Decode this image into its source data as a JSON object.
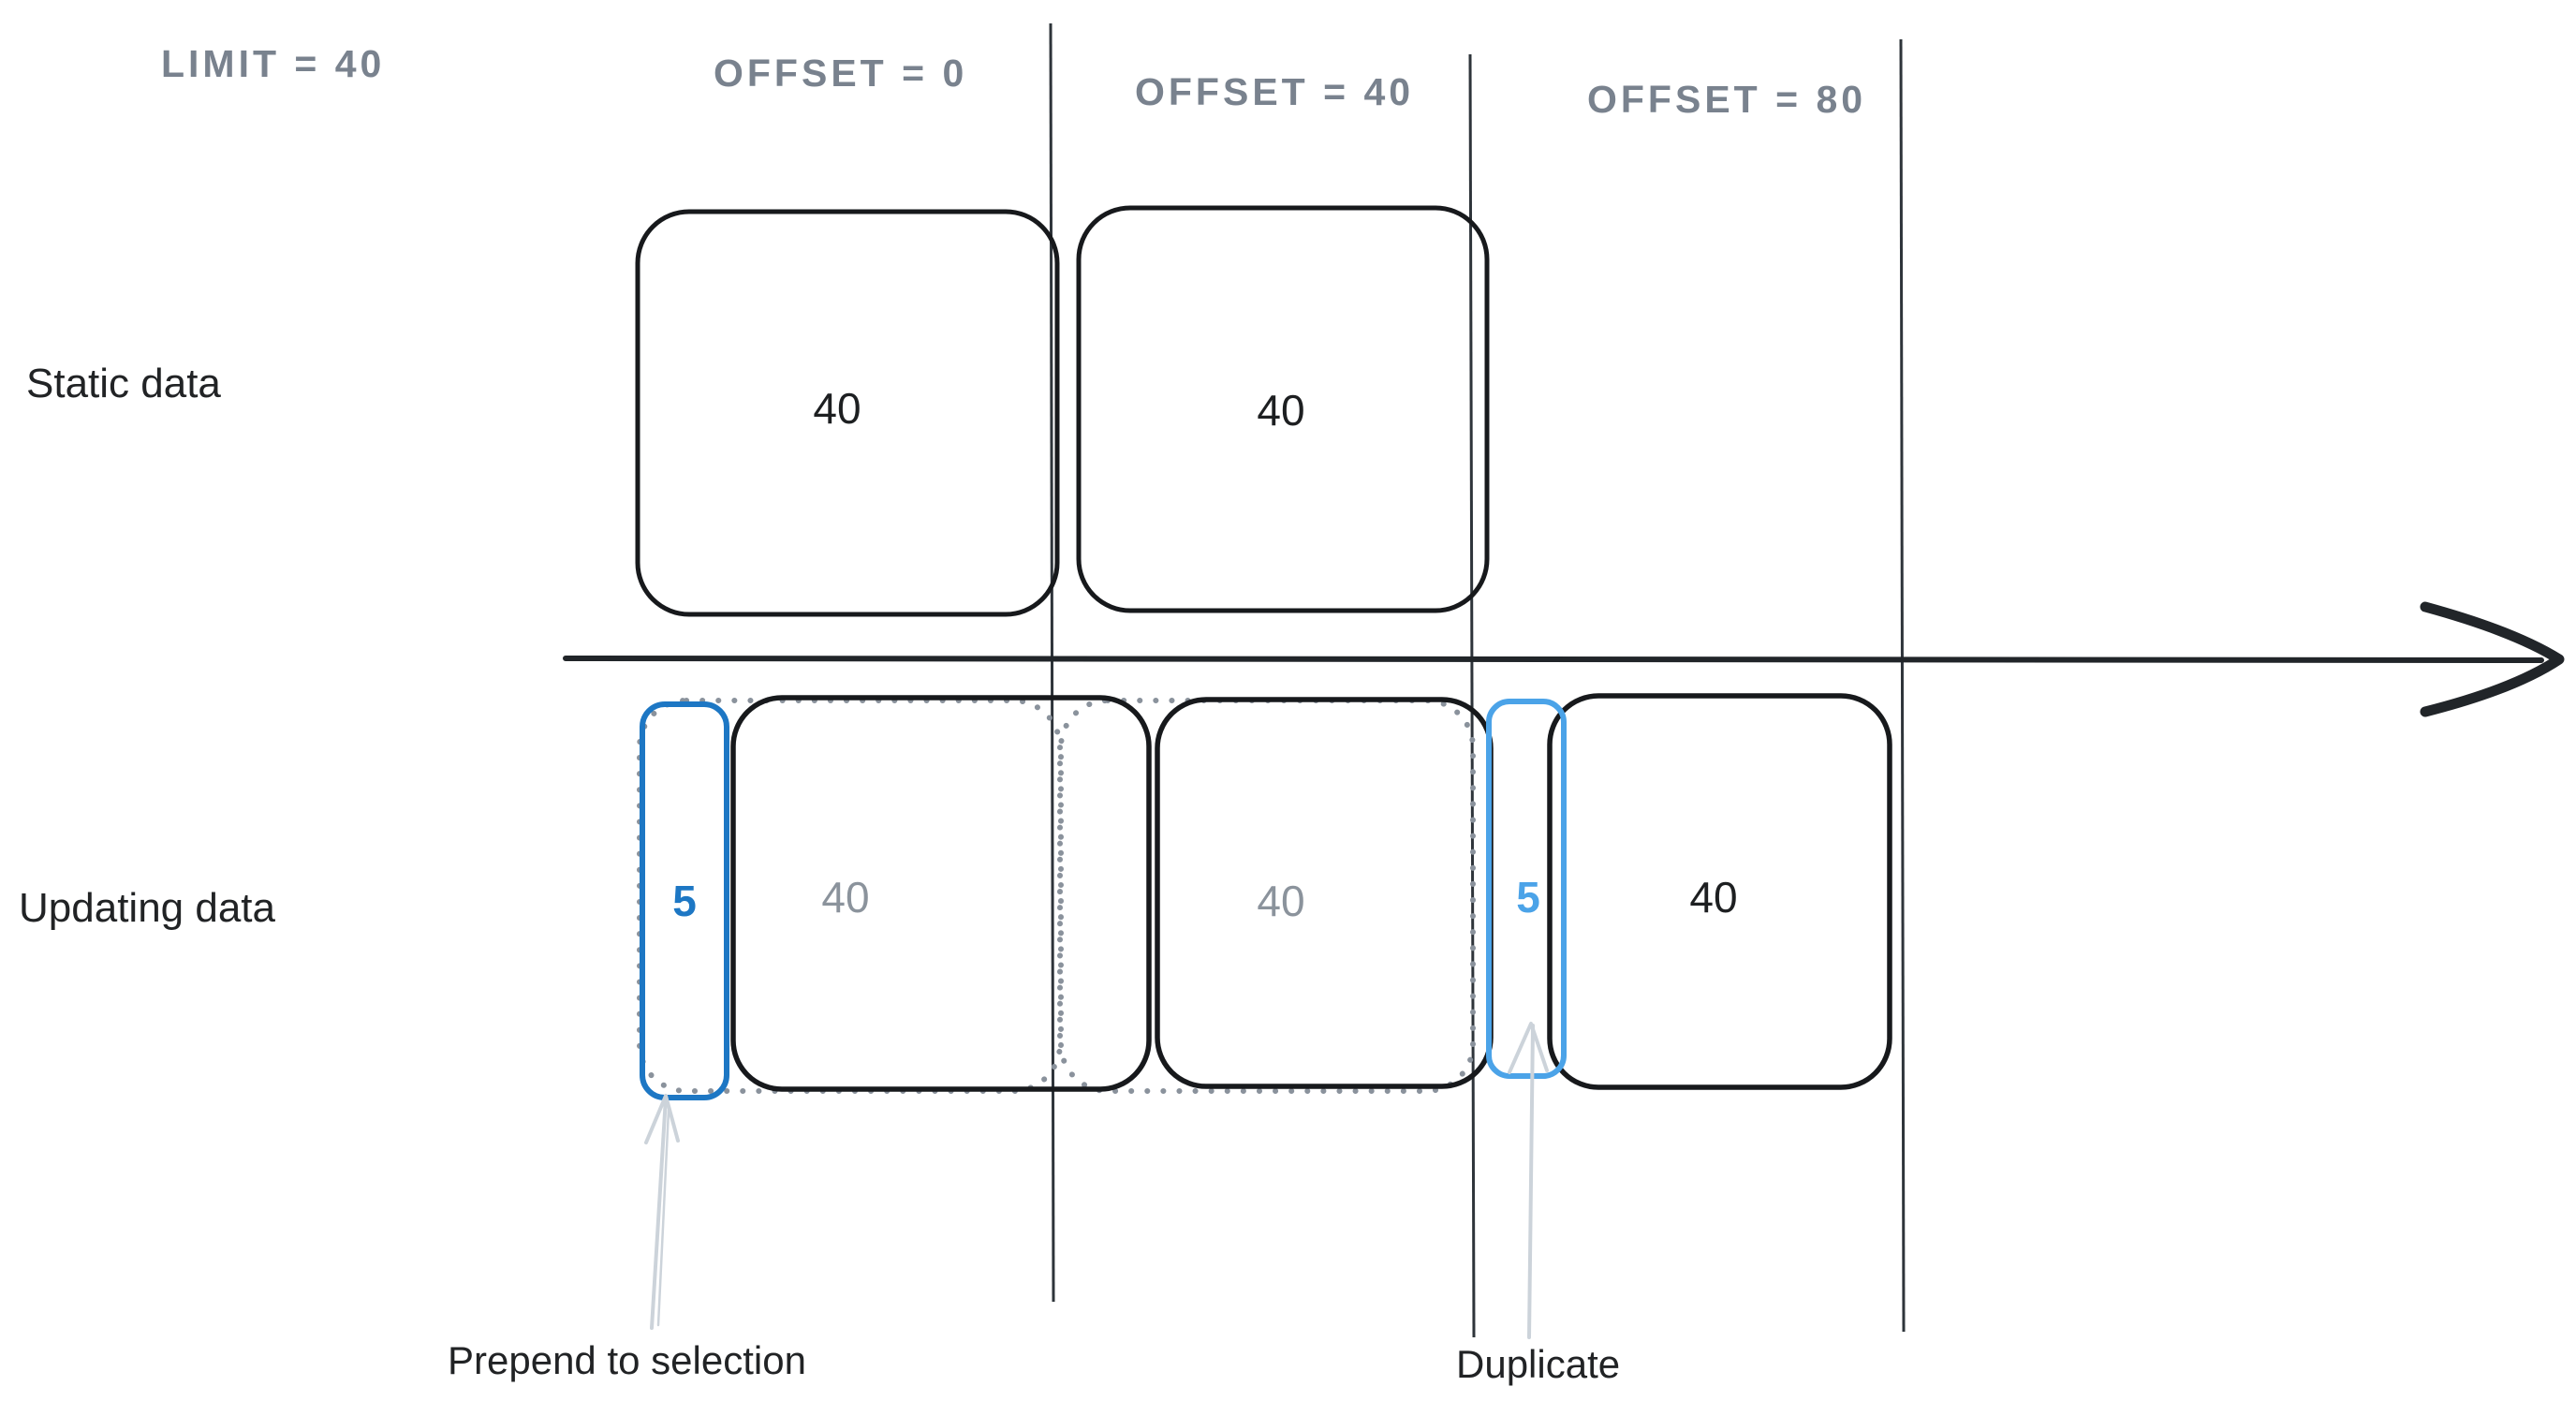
{
  "diagram": {
    "title_context": "LIMIT/OFFSET pagination diagram",
    "header": {
      "limit_label": "LIMIT = 40",
      "offset_labels": [
        "OFFSET = 0",
        "OFFSET = 40",
        "OFFSET = 80"
      ]
    },
    "static_row": {
      "label": "Static data",
      "pages": [
        {
          "count": "40"
        },
        {
          "count": "40"
        }
      ]
    },
    "updating_row": {
      "label": "Updating data",
      "segments": [
        {
          "count": "5",
          "style": "prepended-new-items"
        },
        {
          "count": "40",
          "style": "shifted-page"
        },
        {
          "count": "40",
          "style": "shifted-page"
        },
        {
          "count": "5",
          "style": "duplicated-items"
        },
        {
          "count": "40",
          "style": "new-page"
        }
      ],
      "ghost_pages": 2
    },
    "annotations": [
      {
        "text": "Prepend to selection"
      },
      {
        "text": "Duplicate"
      }
    ],
    "colors": {
      "stroke_black": "#17191c",
      "divider": "#2e343a",
      "header_gray": "#79828e",
      "count_gray": "#8b939c",
      "dotted_gray": "#8a929c",
      "blue_dark": "#1d77c4",
      "blue_light": "#4ba3e8",
      "annotation_arrow": "#ccd3da",
      "background": "#ffffff"
    }
  }
}
